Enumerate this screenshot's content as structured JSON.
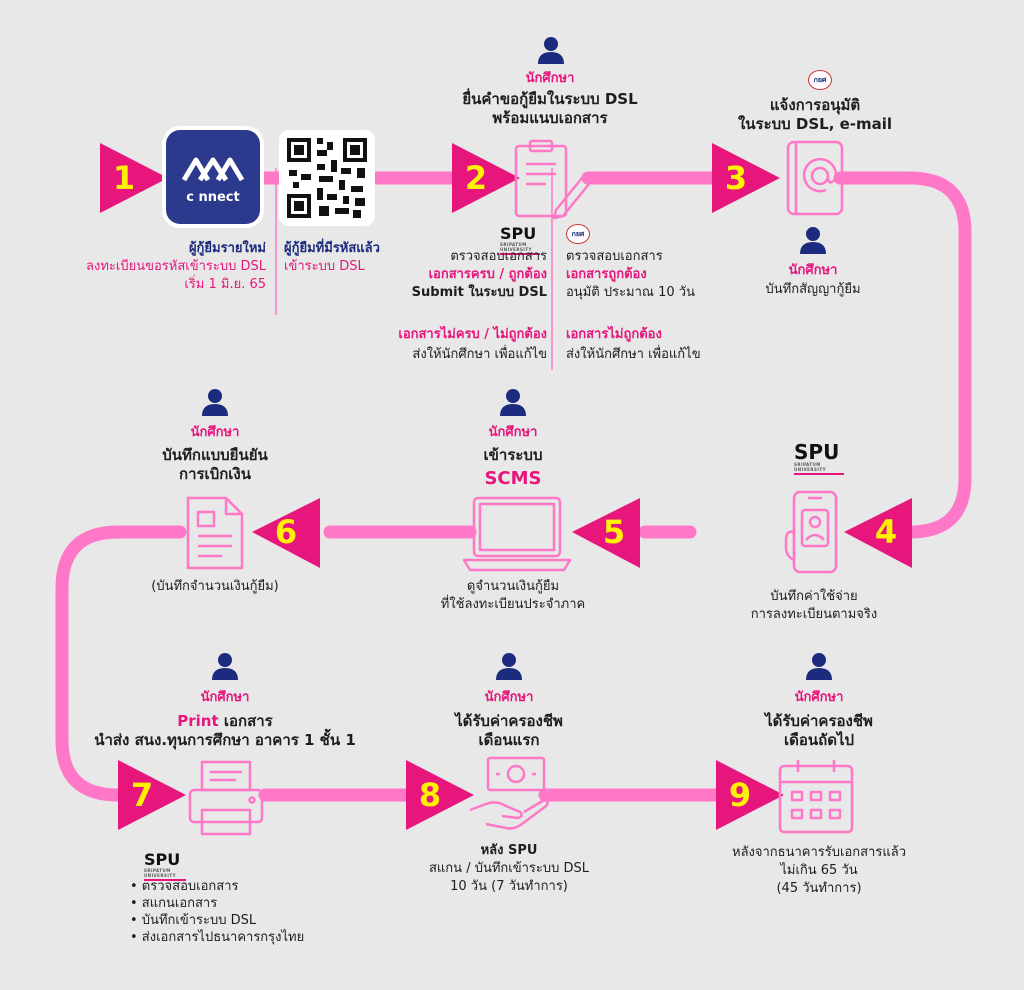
{
  "colors": {
    "accent": "#ff78c8",
    "text_pink": "#e6167d",
    "arrow": "#e6167d",
    "number": "#fff200",
    "person": "#1c2b7d"
  },
  "numbers": [
    "1",
    "2",
    "3",
    "4",
    "5",
    "6",
    "7",
    "8",
    "9"
  ],
  "role": "นักศึกษา",
  "logo": {
    "brand": "กยศ",
    "app_word": "c nnect"
  },
  "spu": {
    "name": "SPU",
    "sub": "SRIPATUM UNIVERSITY"
  },
  "step1": {
    "new_title": "ผู้กู้ยืมรายใหม่",
    "new_line1": "ลงทะเบียนขอรหัสเข้าระบบ DSL",
    "new_line2": "เริ่ม 1 มิ.ย. 65",
    "old_title": "ผู้กู้ยืมที่มีรหัสแล้ว",
    "old_line1": "เข้าระบบ DSL"
  },
  "step2": {
    "title1": "ยื่นคำขอกู้ยืมในระบบ DSL",
    "title2": "พร้อมแนบเอกสาร",
    "spu_check": "ตรวจสอบเอกสาร",
    "spu_ok": "เอกสารครบ / ถูกต้อง",
    "spu_submit": "Submit ในระบบ DSL",
    "spu_bad": "เอกสารไม่ครบ / ไม่ถูกต้อง",
    "spu_return": "ส่งให้นักศึกษา เพื่อแก้ไข",
    "k_check": "ตรวจสอบเอกสาร",
    "k_ok": "เอกสารถูกต้อง",
    "k_approve": "อนุมัติ ประมาณ 10 วัน",
    "k_bad": "เอกสารไม่ถูกต้อง",
    "k_return": "ส่งให้นักศึกษา เพื่อแก้ไข"
  },
  "step3": {
    "title1": "แจ้งการอนุมัติ",
    "title2": "ในระบบ DSL, e-mail",
    "action": "บันทึกสัญญากู้ยืม"
  },
  "step4": {
    "line1": "บันทึกค่าใช้จ่าย",
    "line2": "การลงทะเบียนตามจริง"
  },
  "step5": {
    "title1": "เข้าระบบ",
    "title2": "SCMS",
    "line1": "ดูจำนวนเงินกู้ยืม",
    "line2": "ที่ใช้ลงทะเบียนประจำภาค"
  },
  "step6": {
    "title1": "บันทึกแบบยืนยัน",
    "title2": "การเบิกเงิน",
    "note": "(บันทึกจำนวนเงินกู้ยืม)"
  },
  "step7": {
    "print": "Print",
    "print_rest": " เอกสาร",
    "title2": "นำส่ง สนง.ทุนการศึกษา อาคาร 1 ชั้น 1",
    "items": [
      "• ตรวจสอบเอกสาร",
      "• สแกนเอกสาร",
      "• บันทึกเข้าระบบ DSL",
      "• ส่งเอกสารไปธนาคารกรุงไทย"
    ]
  },
  "step8": {
    "title1": "ได้รับค่าครองชีพ",
    "title2": "เดือนแรก",
    "line1": "หลัง SPU",
    "line2": "สแกน / บันทึกเข้าระบบ DSL",
    "line3": "10 วัน (7 วันทำการ)"
  },
  "step9": {
    "title1": "ได้รับค่าครองชีพ",
    "title2": "เดือนถัดไป",
    "line1": "หลังจากธนาคารรับเอกสารแล้ว",
    "line2": "ไม่เกิน 65 วัน",
    "line3": "(45 วันทำการ)"
  }
}
